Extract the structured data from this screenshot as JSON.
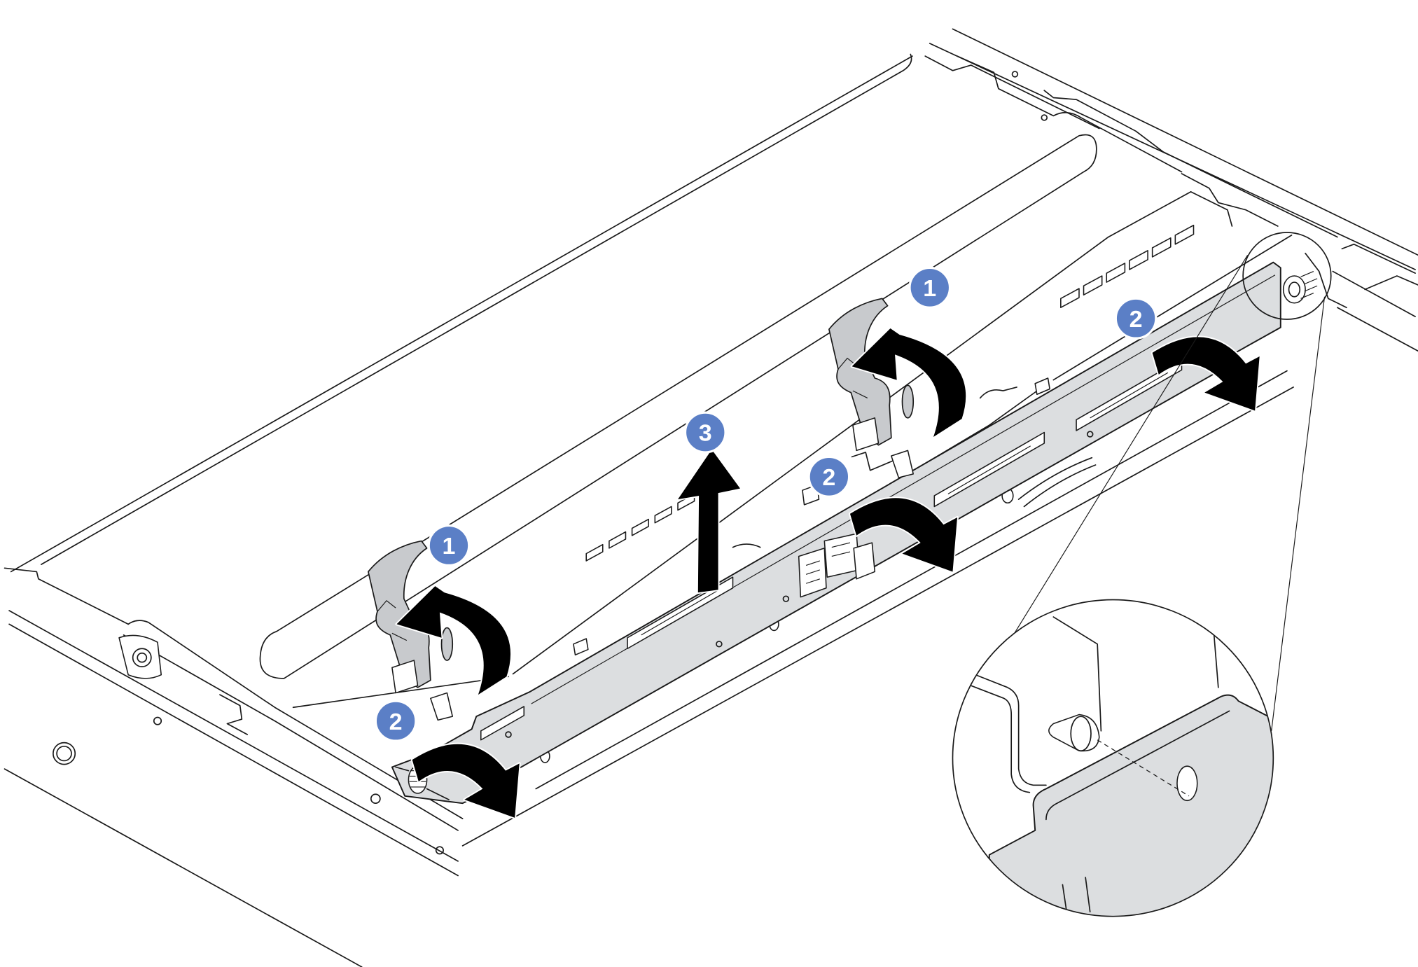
{
  "figure": {
    "callouts": [
      "1",
      "1",
      "2",
      "2",
      "2",
      "3"
    ]
  },
  "colors": {
    "callout_fill": "#5b7fc6",
    "callout_text": "#ffffff",
    "plate_fill": "#dcdee0",
    "latch_fill": "#c8cacd",
    "arrow_fill": "#000000",
    "line": "#1a1a1a"
  }
}
